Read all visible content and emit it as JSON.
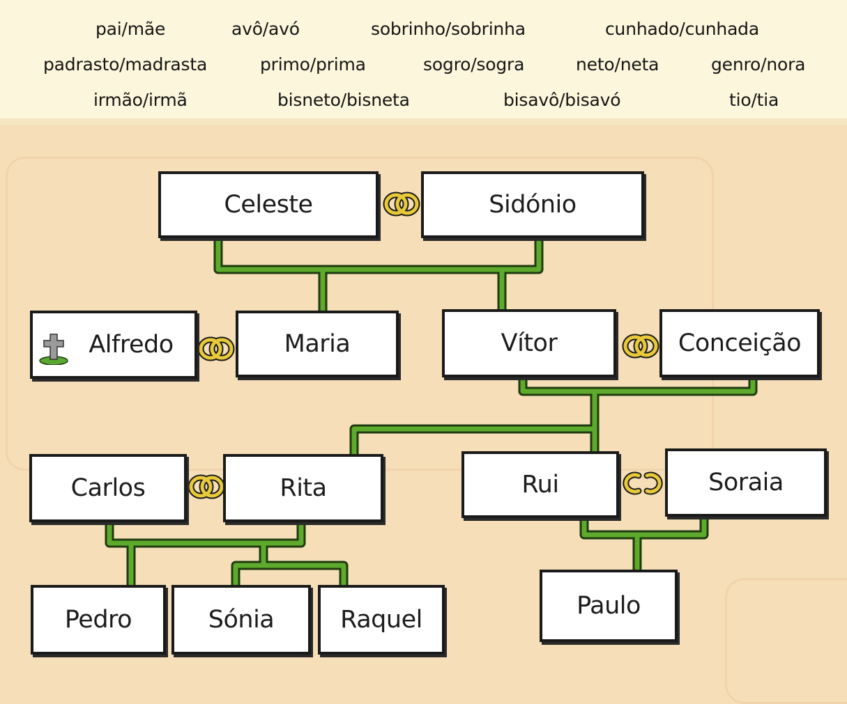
{
  "vocabulary": {
    "row1": [
      "pai/mãe",
      "avô/avó",
      "sobrinho/sobrinha",
      "cunhado/cunhada"
    ],
    "row2": [
      "padrasto/madrasta",
      "primo/prima",
      "sogro/sogra",
      "neto/neta",
      "genro/nora"
    ],
    "row3": [
      "irmão/irmã",
      "bisneto/bisneta",
      "bisavô/bisavó",
      "tio/tia"
    ]
  },
  "family_tree": {
    "people": {
      "celeste": "Celeste",
      "sidonio": "Sidónio",
      "alfredo": "Alfredo",
      "maria": "Maria",
      "vitor": "Vítor",
      "conceicao": "Conceição",
      "carlos": "Carlos",
      "rita": "Rita",
      "rui": "Rui",
      "soraia": "Soraia",
      "pedro": "Pedro",
      "sonia": "Sónia",
      "raquel": "Raquel",
      "paulo": "Paulo"
    },
    "deceased": [
      "Alfredo"
    ],
    "couples": [
      {
        "a": "Celeste",
        "b": "Sidónio",
        "status": "married"
      },
      {
        "a": "Alfredo",
        "b": "Maria",
        "status": "married"
      },
      {
        "a": "Vítor",
        "b": "Conceição",
        "status": "married"
      },
      {
        "a": "Carlos",
        "b": "Rita",
        "status": "married"
      },
      {
        "a": "Rui",
        "b": "Soraia",
        "status": "separated"
      }
    ],
    "colors": {
      "connector": "#5daa2c",
      "connector_outline": "#1f3a10",
      "ring": "#e8c93a",
      "box_border": "#1a1a1a"
    }
  }
}
